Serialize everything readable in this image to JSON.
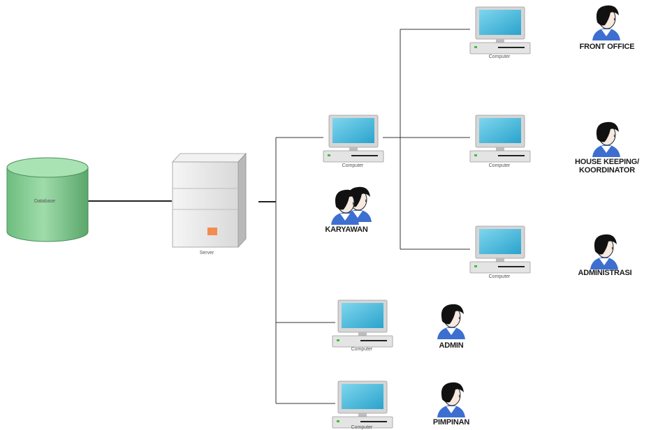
{
  "database": {
    "label": "Database",
    "color": "#8fd19e"
  },
  "server": {
    "label": "Server"
  },
  "computers": [
    {
      "id": "karyawan",
      "label": "Computer"
    },
    {
      "id": "front-office",
      "label": "Computer"
    },
    {
      "id": "house-keeping",
      "label": "Computer"
    },
    {
      "id": "administrasi",
      "label": "Computer"
    },
    {
      "id": "admin",
      "label": "Computer"
    },
    {
      "id": "pimpinan",
      "label": "Computer"
    }
  ],
  "users": [
    {
      "id": "karyawan",
      "label": "KARYAWAN"
    },
    {
      "id": "front-office",
      "label": "FRONT OFFICE"
    },
    {
      "id": "house-keeping",
      "label_line1": "HOUSE KEEPING/",
      "label_line2": "KOORDINATOR"
    },
    {
      "id": "administrasi",
      "label": "ADMINISTRASI"
    },
    {
      "id": "admin",
      "label": "ADMIN"
    },
    {
      "id": "pimpinan",
      "label": "PIMPINAN"
    }
  ],
  "colors": {
    "screen": "#3fb4d6",
    "monitor": "#dcdcdc",
    "server": "#ececec",
    "server_led": "#f28c50",
    "hair": "#111111",
    "shirt": "#3d6fd1",
    "skin": "#f5e9e0"
  }
}
